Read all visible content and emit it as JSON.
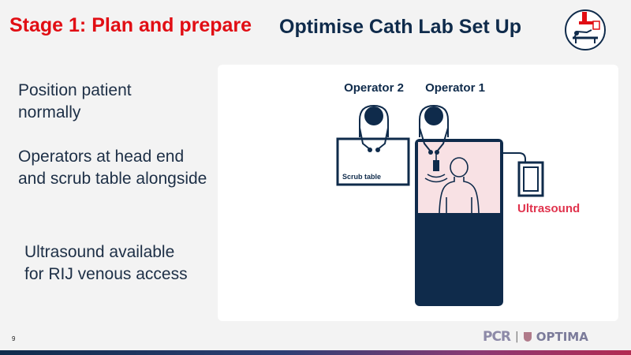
{
  "header": {
    "stage_title": "Stage 1: Plan and prepare",
    "main_title": "Optimise Cath Lab Set Up",
    "logo_icon": "cath-lab-logo"
  },
  "bullets": [
    "Position patient normally",
    "Operators at head end and scrub table alongside",
    "Ultrasound available for RIJ venous access"
  ],
  "diagram": {
    "operator2_label": "Operator 2",
    "operator1_label": "Operator 1",
    "scrub_table_label": "Scrub table",
    "ultrasound_label": "Ultrasound",
    "colors": {
      "navy": "#0f2b4b",
      "pink": "#f8e1e4",
      "accent_red": "#e0334d"
    }
  },
  "footer": {
    "page_number": "9",
    "pcr_logo_text": "PCR",
    "separator": "|",
    "optima_logo_text": "OPTIMA"
  }
}
